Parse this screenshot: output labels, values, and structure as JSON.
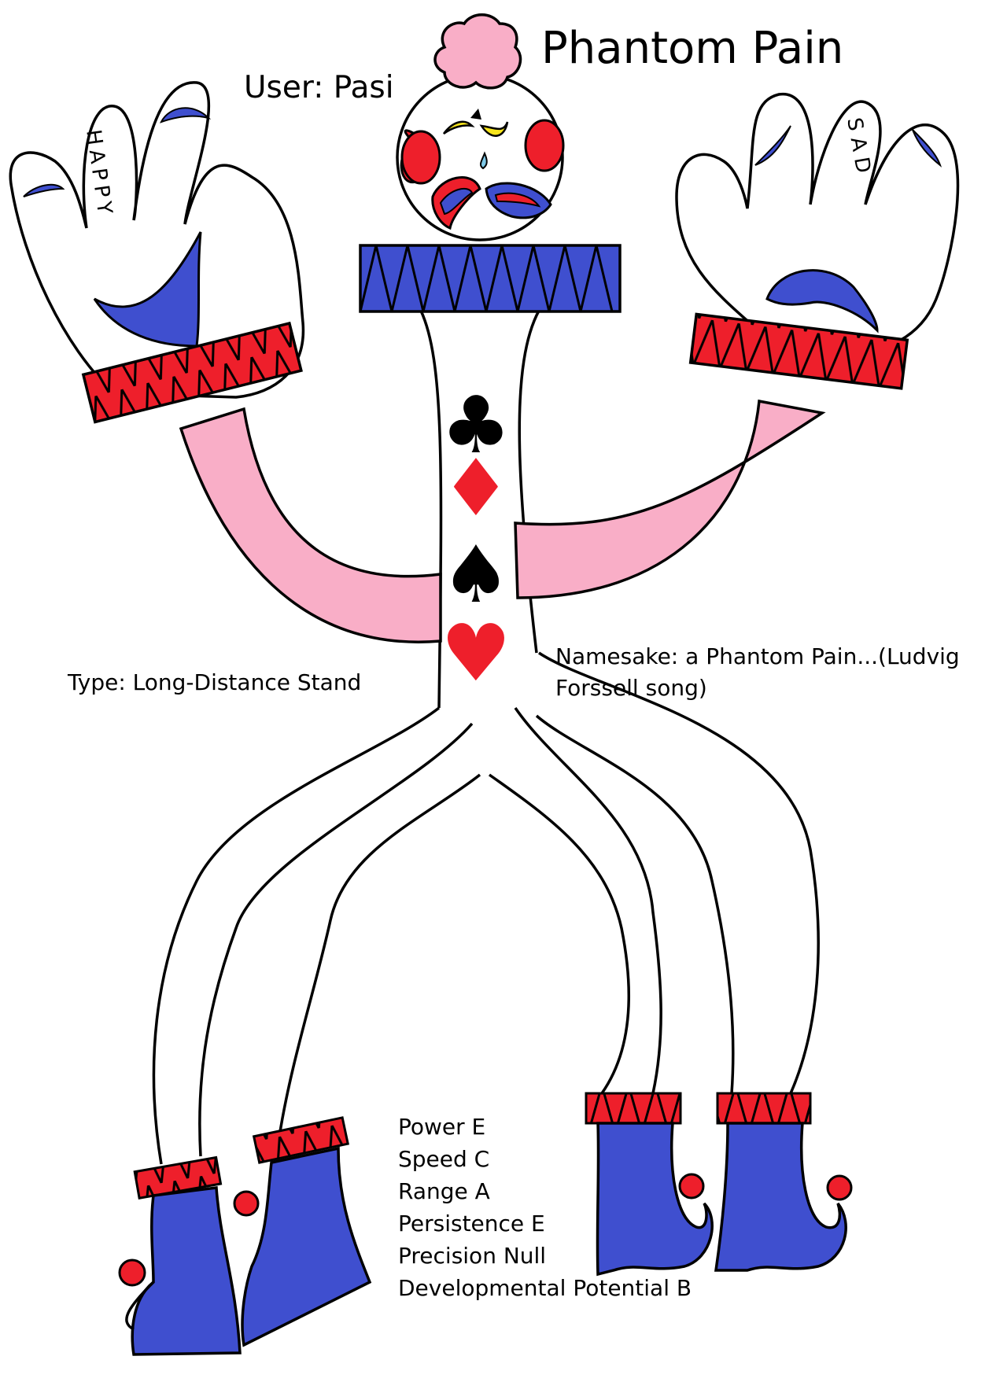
{
  "title": "Phantom Pain",
  "user_line": "User: Pasi",
  "type_line": "Type: Long-Distance Stand",
  "namesake_line": "Namesake: a Phantom Pain...(Ludvig Forssell song)",
  "hands": {
    "left_word": "HAPPY",
    "right_word": "SAD"
  },
  "stats": [
    "Power E",
    "Speed C",
    "Range A",
    "Persistence E",
    "Precision Null",
    "Developmental Potential B"
  ],
  "suits": {
    "club": "♣",
    "diamond": "♦",
    "spade": "♠",
    "heart": "♥"
  },
  "colors": {
    "outline": "#000000",
    "blue": "#3f4fcf",
    "red": "#ee1f2b",
    "pink": "#f9aec7",
    "yellow": "#f7e51c",
    "tear": "#7ec8e6",
    "white": "#ffffff"
  },
  "icons": [
    "pompom-icon",
    "clown-face-icon",
    "club-suit-icon",
    "diamond-suit-icon",
    "spade-suit-icon",
    "heart-suit-icon",
    "jester-boot-icon"
  ]
}
